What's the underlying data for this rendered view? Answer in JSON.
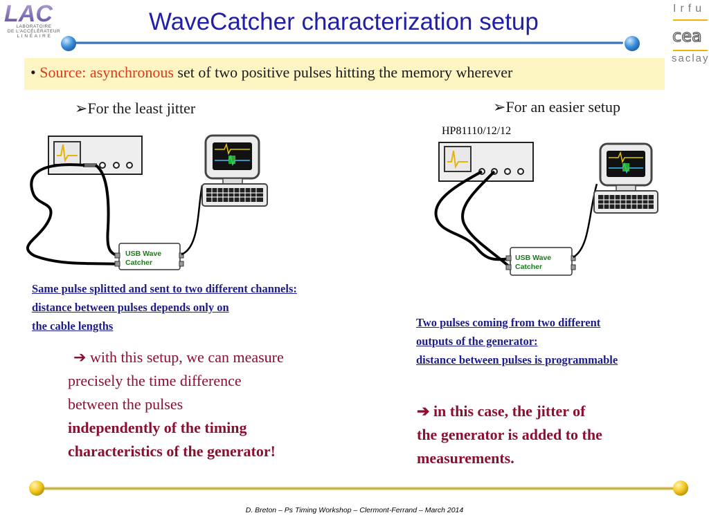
{
  "title": "WaveCatcher characterization setup",
  "logos": {
    "lal_text": "LAC",
    "lal_name_line1": "LABORATOIRE",
    "lal_name_line2": "DE L'ACCÉLÉRATEUR",
    "lal_name_line3": "L I N É A I R E",
    "irfu": "Irfu",
    "cea": "cea",
    "saclay": "saclay"
  },
  "bullet": {
    "marker": "•",
    "highlight": "Source: asynchronous",
    "rest": " set of two positive pulses hitting the memory wherever"
  },
  "left": {
    "arrow": "➢",
    "heading": "For the least jitter",
    "usb_line1": "USB Wave",
    "usb_line2": "Catcher",
    "note_line1": "Same pulse splitted and sent to two different channels:",
    "note_line2": "distance between pulses depends only on ",
    "note_line3": "the cable lengths",
    "body_arrow": "➔",
    "body_line1": " with this setup, we can measure",
    "body_line2": "precisely the time difference",
    "body_line3": "between the pulses",
    "body_line4": " independently of the timing",
    "body_line5": "characteristics of the generator!"
  },
  "right": {
    "arrow": "➢",
    "heading": "For an easier setup",
    "generator_label": "HP81110/12/12",
    "usb_line1": "USB Wave",
    "usb_line2": "Catcher",
    "note_line1": "Two pulses coming from two different",
    "note_line2": "outputs of  the generator:",
    "note_line3": "distance between pulses is programmable",
    "body_arrow": "➔",
    "body_line1": " in this case, the jitter of",
    "body_line2": "the generator is added to the",
    "body_line3": "measurements."
  },
  "footer": "D. Breton –  Ps Timing Workshop –  Clermont-Ferrand – March 2014",
  "colors": {
    "title": "#1f1fa8",
    "highlight": "#e03818",
    "note": "#1c1c8c",
    "body": "#8a1030",
    "band": "#fdf5c2",
    "usb_text": "#1a7a1a"
  }
}
